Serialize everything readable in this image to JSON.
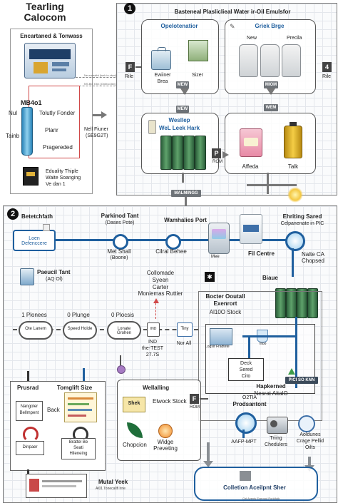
{
  "header": {
    "title_line1": "Tearling",
    "title_line2": "Calocom"
  },
  "left_panel": {
    "title": "Encartaned & Tonwass",
    "dotted_note1": "Ne eansrtbt (lnzk to.xlwrl)",
    "dotted_note2": "NS.Bte lt bn (Ontecd.ten) ntunlz",
    "product_label": "MB4o1",
    "left_label1": "Nul",
    "left_label2": "Tainb",
    "item1": "Tolutly Fonder",
    "item2": "Planr",
    "item3": "Pragereded",
    "footer1": "Eduality Thiple",
    "footer2": "Waite Soanging",
    "footer3": "Ve dan 1",
    "arrow_label1": "Nell Fiuner",
    "arrow_label2": "(SE9G2T)"
  },
  "section1": {
    "number": "1",
    "title": "Basteneal Plasliclieal Water ir-Oil Emulsfor",
    "sub_left": {
      "title": "Opelotenatior",
      "label1": "Ewiiner",
      "label1b": "Brea",
      "label2": "Sizer"
    },
    "sub_right": {
      "title": "Griek Brge",
      "label1": "New",
      "label2": "Precila"
    },
    "flag_left": "F",
    "flag_left_label": "Rile",
    "flag_right": "4",
    "flag_right_label": "Rile",
    "pill_mid_left": "MEW",
    "pill_mid_right": "MIOM",
    "pill_lower_left": "MEW",
    "pill_lower_right": "WEM",
    "lower_left": {
      "title1": "Wesllep",
      "title2": "WeL Leek Hark"
    },
    "lower_right": {
      "flag": "P",
      "flag_label": "ROM",
      "label1": "Affeda",
      "label2": "Talk"
    },
    "bottom_pill": "MALMINGG"
  },
  "section2": {
    "number": "2",
    "top_left_label": "Betetchfath",
    "node_left": "Loen Defenccere",
    "parkinod_title": "Parkinod Tant",
    "parkinod_sub": "(Dases Pote)",
    "met_shall": "Met Shall",
    "met_shall_sub": "(Boone)",
    "wamhalies_port": "Wamhalies Port",
    "cilral_behee": "Cilral Behee",
    "mixer_label": "Mee",
    "fil_centre": "Fil Centre",
    "ehriting_title": "Ehriting Sared",
    "ehriting_sub": "Celpanenate in PIC",
    "nalte1": "Nalte CA",
    "nalte2": "Chopsed",
    "paeucil_title": "Paeucil Tant",
    "paeucil_sub": "(AQ Ol)",
    "collomade1": "Collomade",
    "collomade2": "Syeen",
    "collomade3": "Carter",
    "collomade4": "Moniemas Ruttier",
    "biaue": "Biaue",
    "stage1_title": "1 Plonees",
    "stage1_node": "Ote Lanem",
    "stage2_title": "0 Plunge",
    "stage2_node": "Speed Holde",
    "stage3_title": "0 Plocsis",
    "stage3_node": "Lonate Grohen",
    "ind_box": "IND",
    "ind_label1": "IND",
    "ind_label2": "the-TEST",
    "ind_label3": "27.7S",
    "tiny_box": "Tiny",
    "tiny_label": "Nor All",
    "bocter1": "Bocter Ooutall",
    "bocter2": "Exenrort",
    "bocter3": "Al10O Stock",
    "inner_box_label": "Logsir Fradtete",
    "right_small_label": "Iltoo",
    "deck1": "Deck",
    "deck2": "Sered",
    "deck3": "Cito",
    "pill_right": "PICI SO KNN",
    "prusred_title": "Prusrad",
    "tomglift_title": "Tomglift Size",
    "nangoler1": "Nangoler",
    "nangoler2": "Bellmpent",
    "back": "Back",
    "dinpaer": "Dinpaer",
    "brattel1": "Brattel Be",
    "brattel2": "Seati",
    "brattel3": "Hileneing",
    "mutal_yeek": "Mutal Yeek",
    "mutal_sub": "Al01 Tonecallfl lrne",
    "wellalling": "Wellalling",
    "shek": "Shek",
    "elwock_stock": "Elwock Stock",
    "flag_f": "F",
    "flag_f_label": "ROM",
    "chopcion": "Chopcion",
    "widge1": "Widge",
    "widge2": "Preveting",
    "hapkerned1": "Hapkerned",
    "hapkerned2": "Nesrat AitalO",
    "outr1": "O2TIA",
    "outr2": "Prodsantont",
    "aafp": "AAFP-MPT",
    "triing1": "Triing",
    "triing2": "Chedulers",
    "adidunes1": "Aoldunes",
    "adidunes2": "Crage Pellid",
    "adidunes3": "Oilts",
    "collection": "Colletion Aceilpnt Sher",
    "footer_note": "Ctrl Aventy Evernnd Porldfoth"
  }
}
